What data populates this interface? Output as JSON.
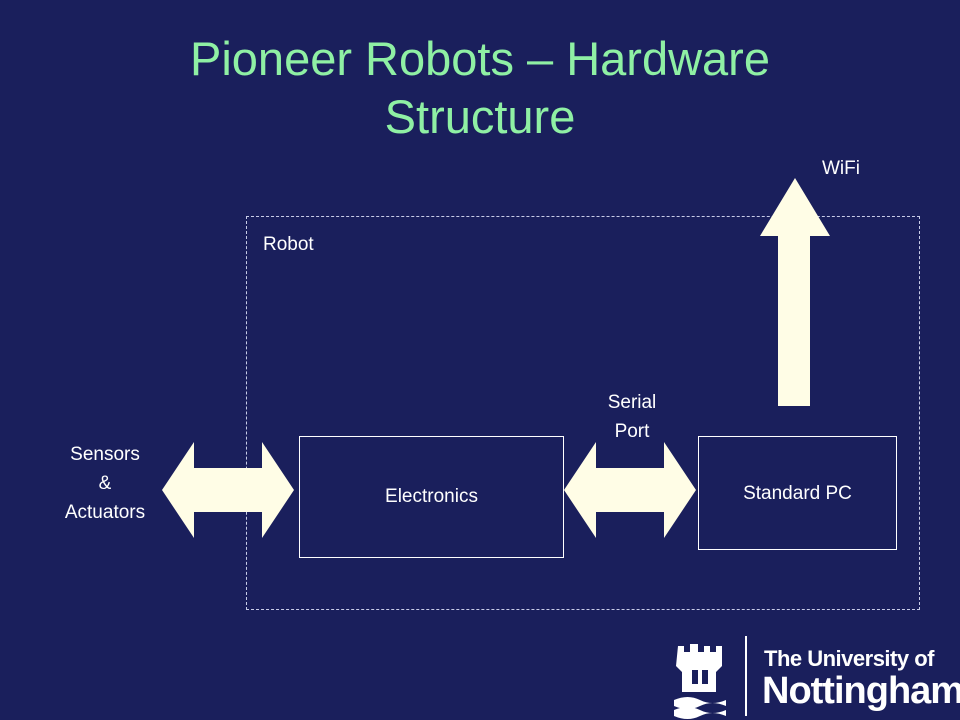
{
  "slide": {
    "title_line1": "Pioneer Robots – Hardware",
    "title_line2": "Structure"
  },
  "diagram": {
    "robot_label": "Robot",
    "wifi_label": "WiFi",
    "serial_label_line1": "Serial",
    "serial_label_line2": "Port",
    "sensors_label_line1": "Sensors",
    "sensors_label_line2": "&",
    "sensors_label_line3": "Actuators",
    "electronics_label": "Electronics",
    "pc_label": "Standard PC",
    "arrow_fill": "#fffde6",
    "background": "#1a1f5c",
    "title_color": "#8ff0a4"
  },
  "logo": {
    "line1": "The University of",
    "line2": "Nottingham",
    "icon": "castle-crest-icon"
  }
}
